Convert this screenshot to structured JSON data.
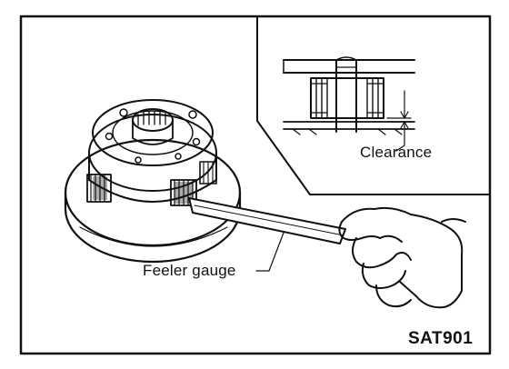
{
  "figure": {
    "callouts": {
      "clearance": "Clearance",
      "feeler_gauge": "Feeler gauge"
    },
    "figure_code": "SAT901",
    "components": [
      "frame",
      "inset-detail-view",
      "planetary-carrier",
      "feeler-gauge",
      "hand"
    ]
  }
}
